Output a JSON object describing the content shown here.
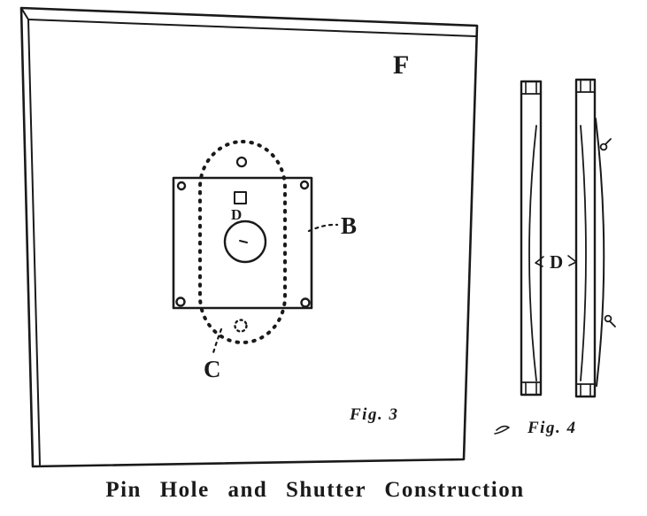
{
  "caption": "Pin Hole and Shutter Construction",
  "fig3": {
    "part_label_f": "F",
    "part_label_b": "B",
    "part_label_c": "C",
    "part_label_d": "D",
    "figure_caption": "Fig. 3"
  },
  "fig4": {
    "part_label_d": "D",
    "figure_caption": "Fig. 4"
  },
  "colors": {
    "ink": "#1a1a1a",
    "paper": "#ffffff"
  }
}
